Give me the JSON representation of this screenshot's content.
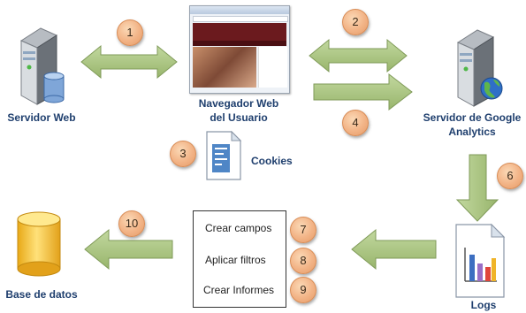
{
  "nodes": {
    "web_server": "Servidor Web",
    "browser_line1": "Navegador Web",
    "browser_line2": "del Usuario",
    "cookies": "Cookies",
    "ga_server_line1": "Servidor de Google",
    "ga_server_line2": "Analytics",
    "logs": "Logs",
    "database": "Base de datos"
  },
  "process_steps": [
    {
      "label": "Crear campos",
      "number": "7"
    },
    {
      "label": "Aplicar filtros",
      "number": "8"
    },
    {
      "label": "Crear Informes",
      "number": "9"
    }
  ],
  "badges": {
    "b1": "1",
    "b2": "2",
    "b3": "3",
    "b4": "4",
    "b6": "6",
    "b10": "10"
  },
  "colors": {
    "arrow_fill": "#a9c47f",
    "arrow_stroke": "#7f9a58",
    "label_text": "#1f3f6e",
    "badge_fill": "#f2b386",
    "browser_header": "#6b1a1e"
  },
  "icons": {
    "web_server": "server-database-icon",
    "browser": "browser-screenshot-icon",
    "cookies": "document-icon",
    "ga_server": "server-globe-icon",
    "logs": "chart-document-icon",
    "database": "database-cylinder-icon"
  }
}
